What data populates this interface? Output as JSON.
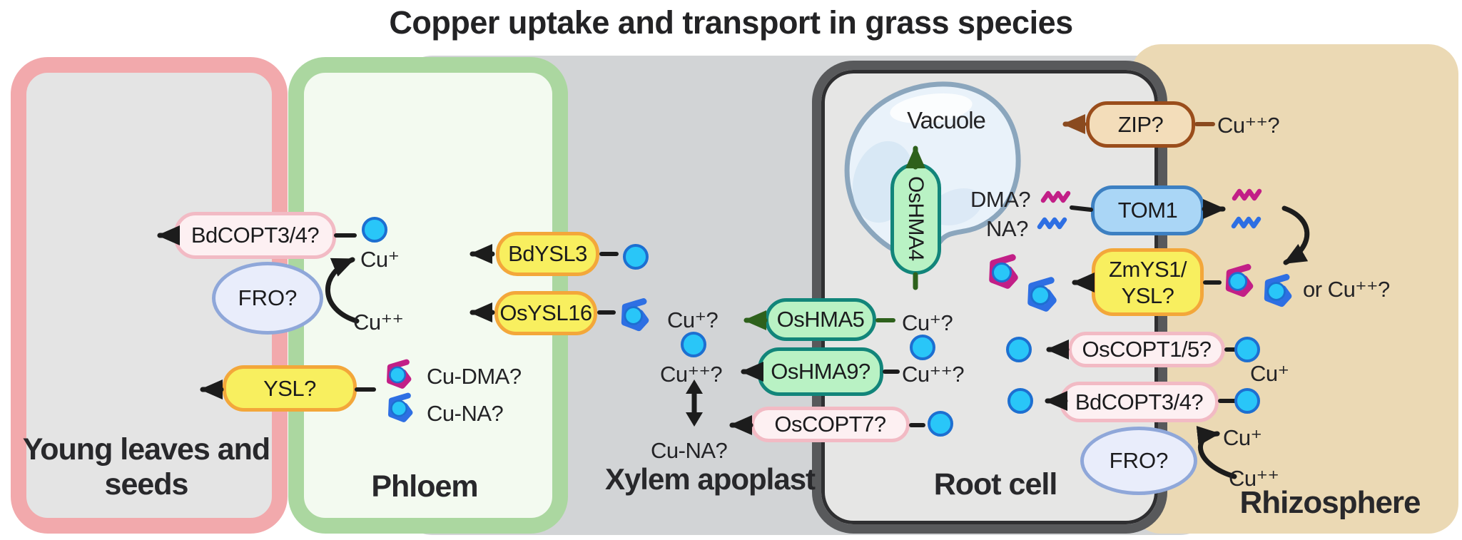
{
  "title": "Copper uptake and transport in grass species",
  "regions": {
    "young_leaves": {
      "label": "Young leaves and seeds"
    },
    "phloem": {
      "label": "Phloem"
    },
    "xylem_apoplast": {
      "label": "Xylem apoplast"
    },
    "root_cell": {
      "label": "Root cell"
    },
    "rhizosphere": {
      "label": "Rhizosphere"
    },
    "vacuole": {
      "label": "Vacuole"
    }
  },
  "transporters": {
    "bdcopt34_leaf": {
      "label": "BdCOPT3/4?"
    },
    "fro_leaf": {
      "label": "FRO?"
    },
    "ysl_leaf": {
      "label": "YSL?"
    },
    "bdysl3": {
      "label": "BdYSL3"
    },
    "osysl16": {
      "label": "OsYSL16"
    },
    "oshma5": {
      "label": "OsHMA5"
    },
    "oshma9": {
      "label": "OsHMA9?"
    },
    "oscopt7": {
      "label": "OsCOPT7?"
    },
    "oshma4": {
      "label": "OsHMA4"
    },
    "zip": {
      "label": "ZIP?"
    },
    "tom1": {
      "label": "TOM1"
    },
    "zmys1_ysl": {
      "line1": "ZmYS1/",
      "line2": "YSL?"
    },
    "oscopt15": {
      "label": "OsCOPT1/5?"
    },
    "bdcopt34_root": {
      "label": "BdCOPT3/4?"
    },
    "fro_root": {
      "label": "FRO?"
    }
  },
  "labels": {
    "phloem_cu1": "Cu⁺",
    "phloem_cu2": "Cu⁺⁺",
    "phloem_cu_dma": "Cu-DMA?",
    "phloem_cu_na": "Cu-NA?",
    "xylem_cu1": "Cu⁺?",
    "xylem_cu2": "Cu⁺⁺?",
    "xylem_cu_na": "Cu-NA?",
    "root_cu1": "Cu⁺?",
    "root_cu2": "Cu⁺⁺?",
    "root_dma": "DMA?",
    "root_na": "NA?",
    "rhizo_zip_cu2": "Cu⁺⁺?",
    "rhizo_or_cu2": "or Cu⁺⁺?",
    "rhizo_cu1_mid": "Cu⁺",
    "rhizo_cu1_bottom": "Cu⁺",
    "rhizo_cu2_bottom": "Cu⁺⁺"
  },
  "colors": {
    "yellow_pill": "#f8ef5f",
    "yellow_border": "#f3a73a",
    "pink_pill": "#fdf0f2",
    "pink_border": "#f2bac4",
    "green_pill": "#b9f2c4",
    "green_border": "#12857a",
    "blue_pill": "#aad6f6",
    "blue_border": "#3d80c2",
    "tan_pill": "#f3ddba",
    "brown_border": "#9a4d1b",
    "ion_fill": "#29c6f8",
    "ion_stroke": "#1d6fd1",
    "dma_magenta": "#c21f87",
    "na_blue": "#2e6fe3",
    "young_border": "#f2a9ac",
    "phloem_border": "#abd7a0",
    "xylem_bg": "#d2d4d6",
    "rhizosphere_bg": "#ebd9b4",
    "membrane_dark": "#58595b",
    "arrow_black": "#1c1c1c",
    "arrow_green": "#2e611c",
    "arrow_brown": "#8a4a1f"
  }
}
